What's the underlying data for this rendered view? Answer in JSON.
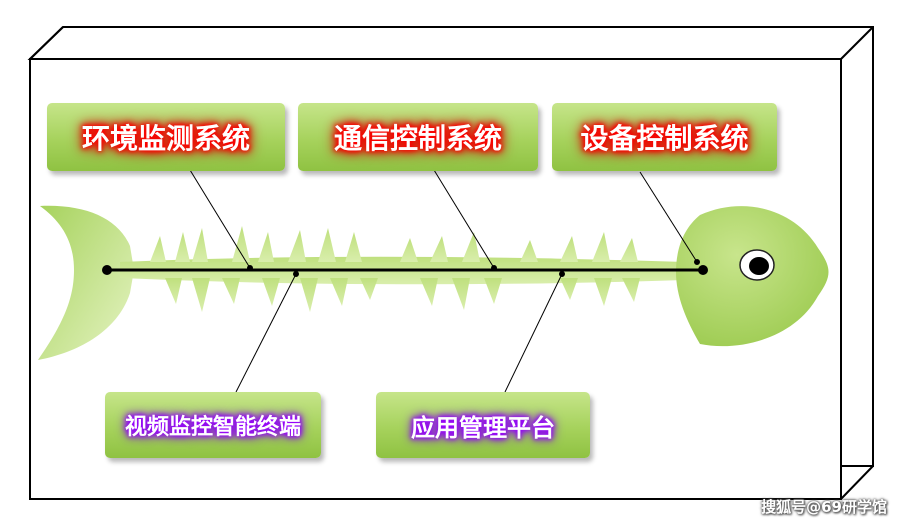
{
  "diagram": {
    "categories": [
      {
        "id": "env",
        "label": "环境监测系统"
      },
      {
        "id": "comm",
        "label": "通信控制系统"
      },
      {
        "id": "dev",
        "label": "设备控制系统"
      },
      {
        "id": "video",
        "label": "视频监控智能终端"
      },
      {
        "id": "app",
        "label": "应用管理平台"
      }
    ]
  },
  "watermark": "搜狐号@69研学馆",
  "colors": {
    "fish_green_light": "#d8ee9e",
    "fish_green": "#a6d25c",
    "label_glow_red": "#ff0000",
    "label_glow_purple": "#9900ff",
    "spine": "#000000"
  },
  "icons": [
    "fish-head-icon",
    "fish-eye-icon",
    "fish-tail-icon",
    "fish-bone-icon"
  ]
}
